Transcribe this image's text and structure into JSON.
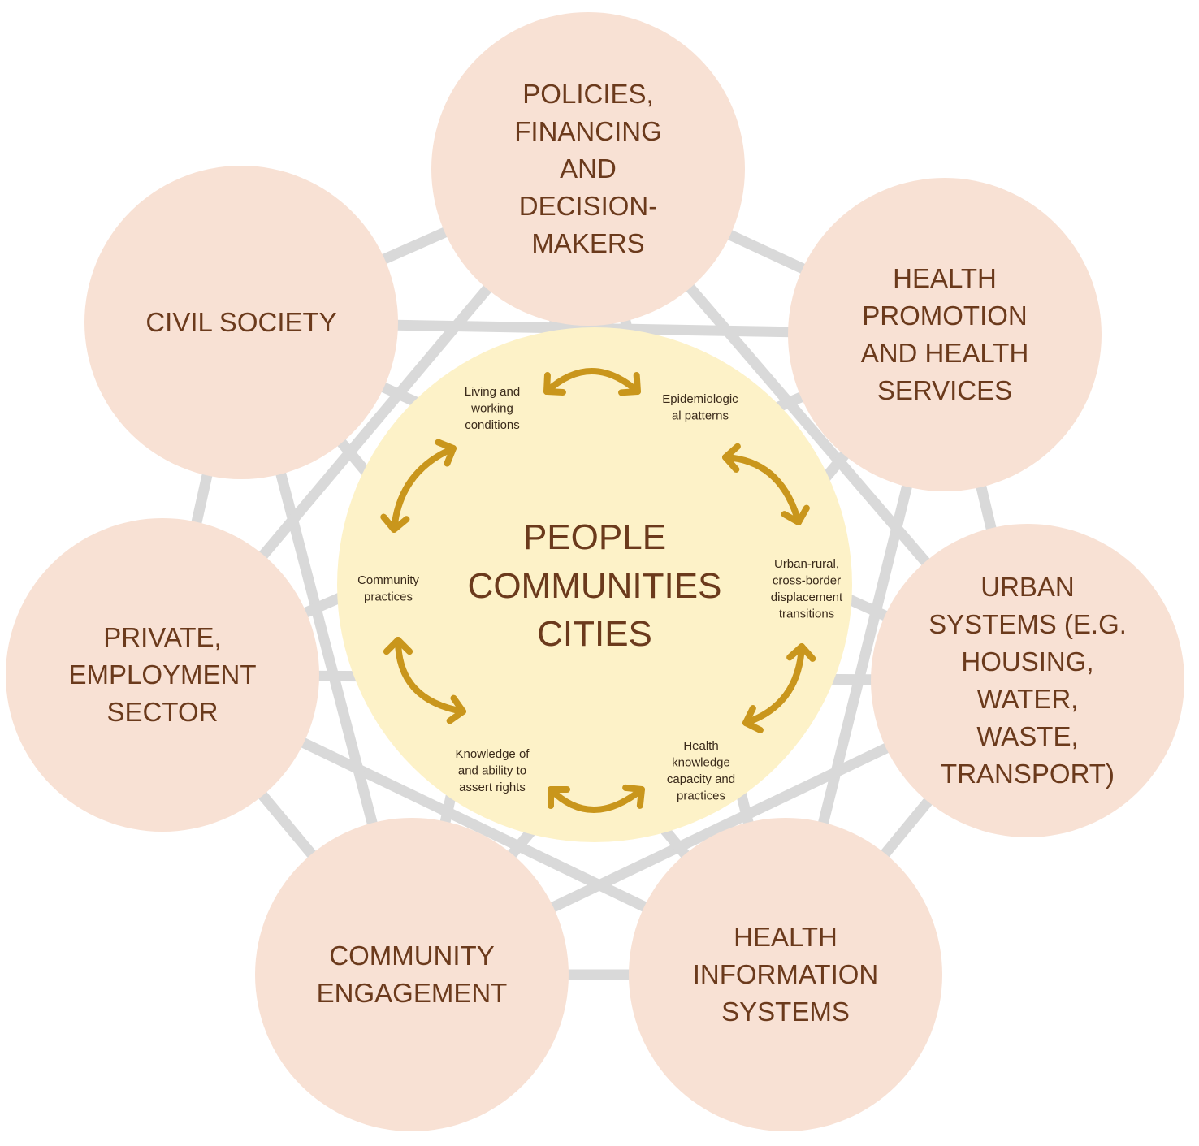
{
  "colors": {
    "outer_circle_fill": "#f8e1d4",
    "center_circle_fill": "#fdf2c8",
    "connector_lines": "#d9d9d9",
    "arrows": "#c9961c",
    "outer_text": "#6b3a1c",
    "inner_text": "#3a2a1a"
  },
  "center": {
    "lines": [
      "PEOPLE",
      "COMMUNITIES",
      "CITIES"
    ]
  },
  "outer_nodes": [
    {
      "id": "policies",
      "lines": [
        "POLICIES,",
        "FINANCING",
        "AND",
        "DECISION-",
        "MAKERS"
      ]
    },
    {
      "id": "health-promotion",
      "lines": [
        "HEALTH",
        "PROMOTION",
        "AND HEALTH",
        "SERVICES"
      ]
    },
    {
      "id": "urban-systems",
      "lines": [
        "URBAN",
        "SYSTEMS (E.G.",
        "HOUSING,",
        "WATER,",
        "WASTE,",
        "TRANSPORT)"
      ]
    },
    {
      "id": "health-information",
      "lines": [
        "HEALTH",
        "INFORMATION",
        "SYSTEMS"
      ]
    },
    {
      "id": "community-engagement",
      "lines": [
        "COMMUNITY",
        "ENGAGEMENT"
      ]
    },
    {
      "id": "private-employment",
      "lines": [
        "PRIVATE,",
        "EMPLOYMENT",
        "SECTOR"
      ]
    },
    {
      "id": "civil-society",
      "lines": [
        "CIVIL SOCIETY"
      ]
    }
  ],
  "inner_factors": [
    {
      "id": "living-working",
      "lines": [
        "Living and",
        "working",
        "conditions"
      ]
    },
    {
      "id": "epidemiological",
      "lines": [
        "Epidemiologic",
        "al patterns"
      ]
    },
    {
      "id": "urban-rural",
      "lines": [
        "Urban-rural,",
        "cross-border",
        "displacement",
        "transitions"
      ]
    },
    {
      "id": "health-knowledge",
      "lines": [
        "Health",
        "knowledge",
        "capacity and",
        "practices"
      ]
    },
    {
      "id": "knowledge-rights",
      "lines": [
        "Knowledge of",
        "and ability to",
        "assert rights"
      ]
    },
    {
      "id": "community-practices",
      "lines": [
        "Community",
        "practices"
      ]
    }
  ]
}
